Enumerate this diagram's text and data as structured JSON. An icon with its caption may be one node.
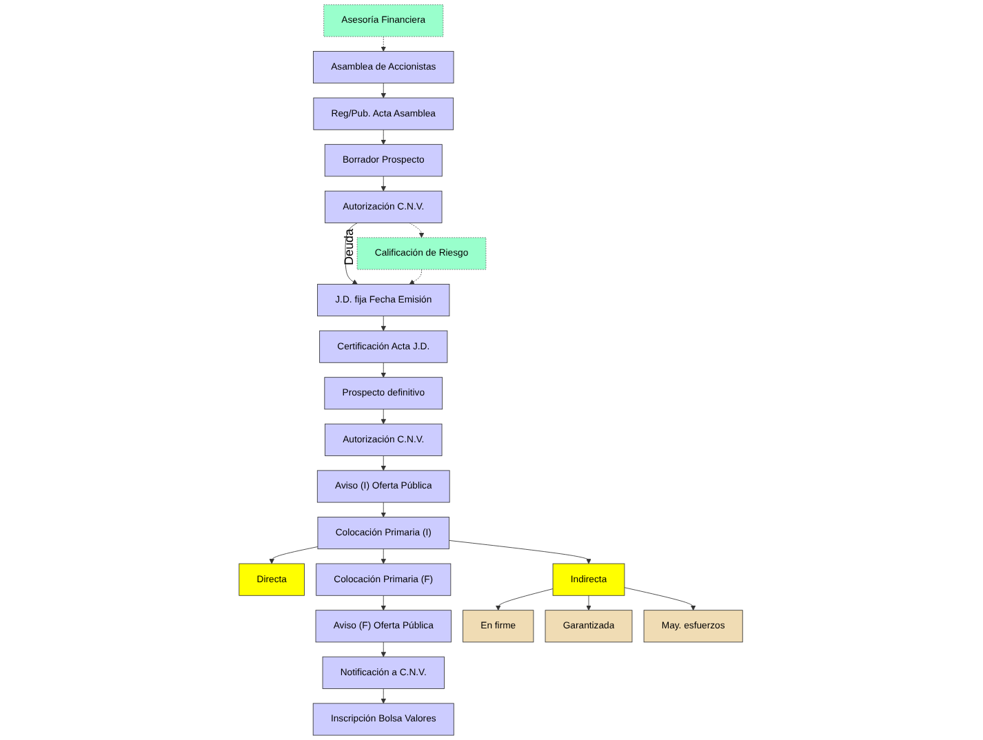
{
  "diagram": {
    "nodes": [
      {
        "text": [
          "Asesoría Financiera"
        ]
      },
      {
        "text": [
          "Asamblea de Accionistas"
        ]
      },
      {
        "text": [
          "Reg/Pub. Acta Asamblea"
        ]
      },
      {
        "text": [
          "Borrador Prospecto"
        ]
      },
      {
        "text": [
          "Autorización C.N.V."
        ]
      },
      {
        "text": [
          "Calificación de Riesgo"
        ],
        "beside": [
          "Deuda"
        ]
      },
      {
        "text": [
          "J.D. fija Fecha Emisión"
        ]
      },
      {
        "text": [
          "Certificación Acta J.D."
        ]
      },
      {
        "text": [
          "Prospecto definitivo"
        ]
      },
      {
        "text": [
          "Autorización C.N.V."
        ]
      },
      {
        "text": [
          "Aviso (I) Oferta Pública"
        ]
      },
      {
        "text": [
          "Colocación Primaria (I)"
        ]
      },
      {
        "text": [
          "Directa"
        ]
      },
      {
        "text": [
          "Indirecta"
        ]
      },
      {
        "text": [
          "Colocación Primaria (F)"
        ]
      },
      {
        "text": [
          "Aviso (F) Oferta Pública"
        ]
      },
      {
        "text": [
          "Notificación a C.N.V."
        ]
      },
      {
        "text": [
          "Inscripción Bolsa Valores"
        ]
      },
      {
        "text": [
          "En firme"
        ]
      },
      {
        "text": [
          "Garantizada"
        ]
      },
      {
        "text": [
          "May. esfuerzos"
        ]
      }
    ],
    "edges": [
      {
        "from": 0,
        "to": 1,
        "arrow": "to",
        "style": "dashed"
      },
      {
        "from": 1,
        "to": 2,
        "arrow": "to"
      },
      {
        "from": 2,
        "to": 3,
        "arrow": "to"
      },
      {
        "from": 3,
        "to": 4,
        "arrow": "to"
      },
      {
        "from": 4,
        "to": 5,
        "arrow": "to",
        "style": "dashed"
      },
      {
        "from": 4,
        "to": 6,
        "arrow": "to"
      },
      {
        "from": 5,
        "to": 6,
        "arrow": "to",
        "style": "dashed"
      },
      {
        "from": 6,
        "to": 7,
        "arrow": "to"
      },
      {
        "from": 7,
        "to": 8,
        "arrow": "to"
      },
      {
        "from": 8,
        "to": 9,
        "arrow": "to"
      },
      {
        "from": 9,
        "to": 10,
        "arrow": "to"
      },
      {
        "from": 10,
        "to": 11,
        "arrow": "to"
      },
      {
        "from": 11,
        "to": 12,
        "arrow": "to"
      },
      {
        "from": 11,
        "to": 13,
        "arrow": "to"
      },
      {
        "from": 11,
        "to": 14,
        "arrow": "to"
      },
      {
        "from": 14,
        "to": 15,
        "arrow": "to"
      },
      {
        "from": 15,
        "to": 16,
        "arrow": "to"
      },
      {
        "from": 16,
        "to": 17,
        "arrow": "to"
      },
      {
        "from": 13,
        "to": 18,
        "arrow": "to"
      },
      {
        "from": 13,
        "to": 19,
        "arrow": "to"
      },
      {
        "from": 13,
        "to": 20,
        "arrow": "to"
      }
    ]
  }
}
